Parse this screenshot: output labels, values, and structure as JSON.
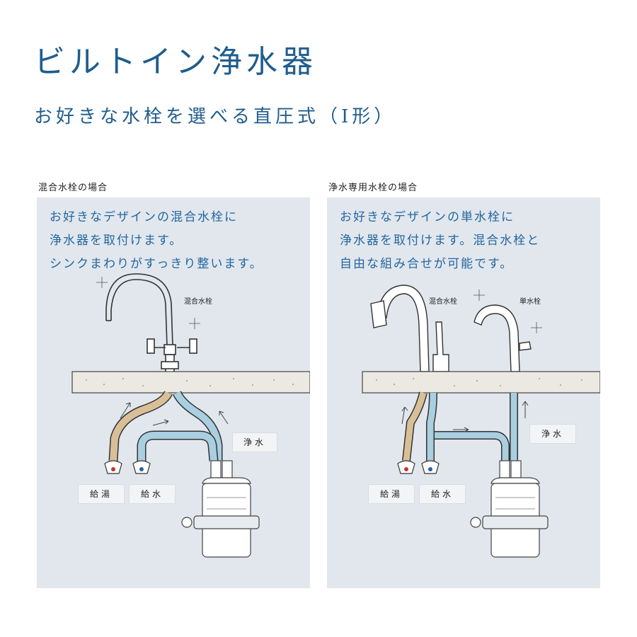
{
  "title": "ビルトイン浄水器",
  "subtitle": "お好きな水栓を選べる直圧式（I形）",
  "left_panel": {
    "label": "混合水栓の場合",
    "lines": [
      "お好きなデザインの混合水栓に",
      "浄水器を取付けます。",
      "シンクまわりがすっきり整います。"
    ],
    "faucet_label": "混合水栓",
    "hot_tag": "給湯",
    "cold_tag": "給水",
    "pure_tag": "浄水"
  },
  "right_panel": {
    "label": "浄水専用水栓の場合",
    "lines": [
      "お好きなデザインの単水栓に",
      "浄水器を取付けます。混合水栓と",
      "自由な組み合せが可能です。"
    ],
    "mixer_label": "混合水栓",
    "single_label": "単水栓",
    "hot_tag": "給湯",
    "cold_tag": "給水",
    "pure_tag": "浄水"
  },
  "colors": {
    "accent": "#1f5d8e",
    "panel_bg": "#e1e7ed",
    "hot_pipe": "#d9bf98",
    "cold_pipe": "#a9cfe0",
    "counter": "#ece9e2"
  },
  "icons": [
    "sparkle-icon",
    "hot-valve-icon",
    "cold-valve-icon",
    "filter-cartridge-icon",
    "faucet-icon"
  ]
}
